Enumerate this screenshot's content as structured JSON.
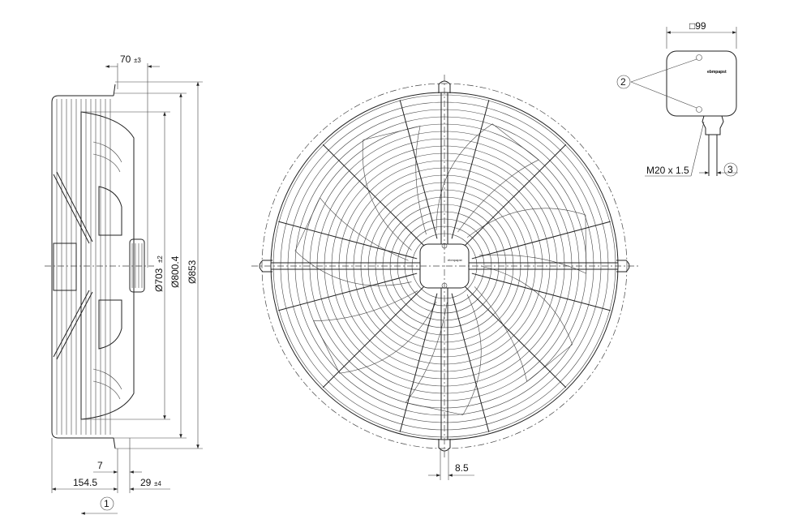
{
  "title": "Axial fan dimension drawing",
  "side_view": {
    "dim_axial_offset": "70",
    "dim_axial_offset_tol": "±3",
    "dim_diameter_inner": "Ø703",
    "dim_diameter_inner_tol": "±2",
    "dim_diameter_mid": "Ø800.4",
    "dim_diameter_outer": "Ø853",
    "dim_flange": "7",
    "dim_depth": "154.5",
    "dim_protrusion": "29",
    "dim_protrusion_tol": "±4",
    "callout_airflow": "1"
  },
  "front_view": {
    "dim_slot": "8.5",
    "logo_text": "ebmpapst",
    "blade_count": 7
  },
  "terminal_box": {
    "dim_square": "□99",
    "callout_screws": "2",
    "thread_label": "M20 x 1.5",
    "callout_cable": "3",
    "logo_text": "ebmpapst"
  }
}
